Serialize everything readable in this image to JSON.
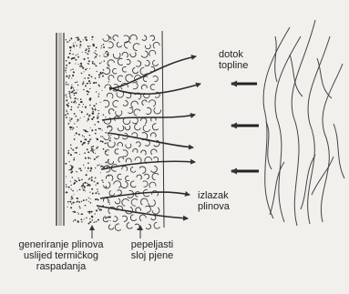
{
  "labels": {
    "heat_inflow": [
      "dotok",
      "topline"
    ],
    "gas_outflow": [
      "izlazak",
      "plinova"
    ],
    "gas_generation": [
      "generiranje plinova",
      "uslijed termičkog",
      "raspadanja"
    ],
    "foam_layer": [
      "pepeljasti",
      "sloj pjene"
    ]
  }
}
